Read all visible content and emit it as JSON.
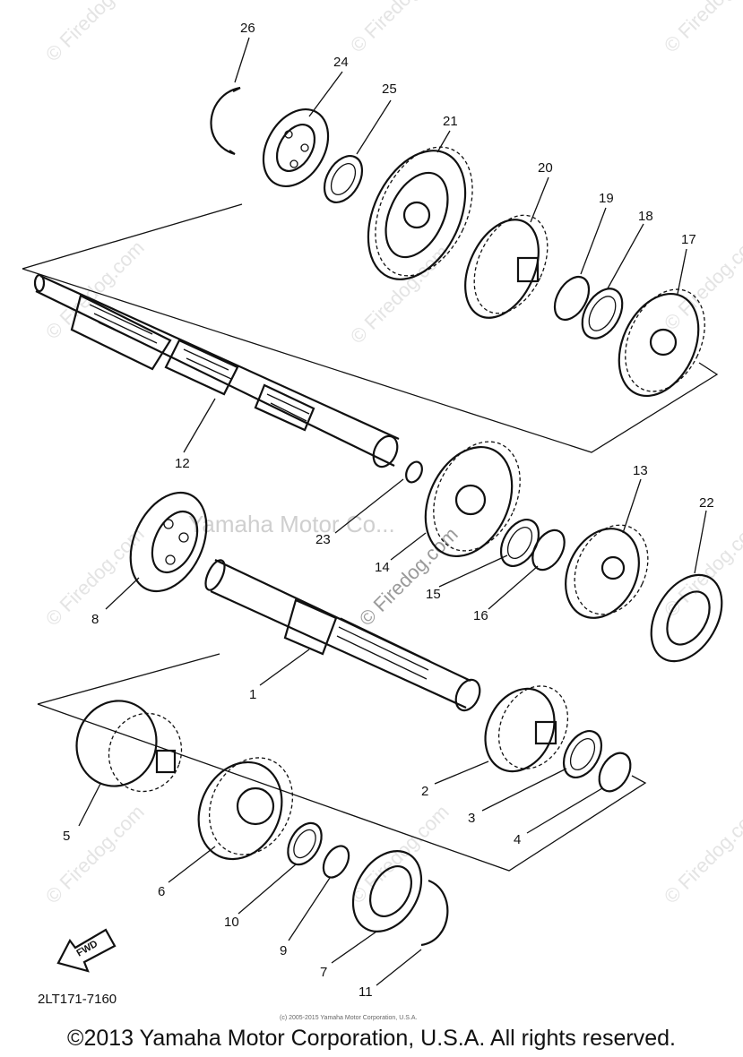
{
  "diagram": {
    "part_numbers": [
      "26",
      "24",
      "25",
      "21",
      "20",
      "19",
      "18",
      "17",
      "12",
      "23",
      "14",
      "13",
      "22",
      "15",
      "16",
      "8",
      "1",
      "5",
      "2",
      "3",
      "4",
      "6",
      "10",
      "9",
      "7",
      "11"
    ],
    "arrow_label": "FWD",
    "code": "2LT171-7160",
    "center_watermark": "Yamaha Motor Co...",
    "site_watermark": "© Firedog.com",
    "small_copyright": "(c) 2005-2015 Yamaha Motor Corporation, U.S.A.",
    "copyright": "©2013 Yamaha Motor Corporation, U.S.A. All rights reserved."
  }
}
